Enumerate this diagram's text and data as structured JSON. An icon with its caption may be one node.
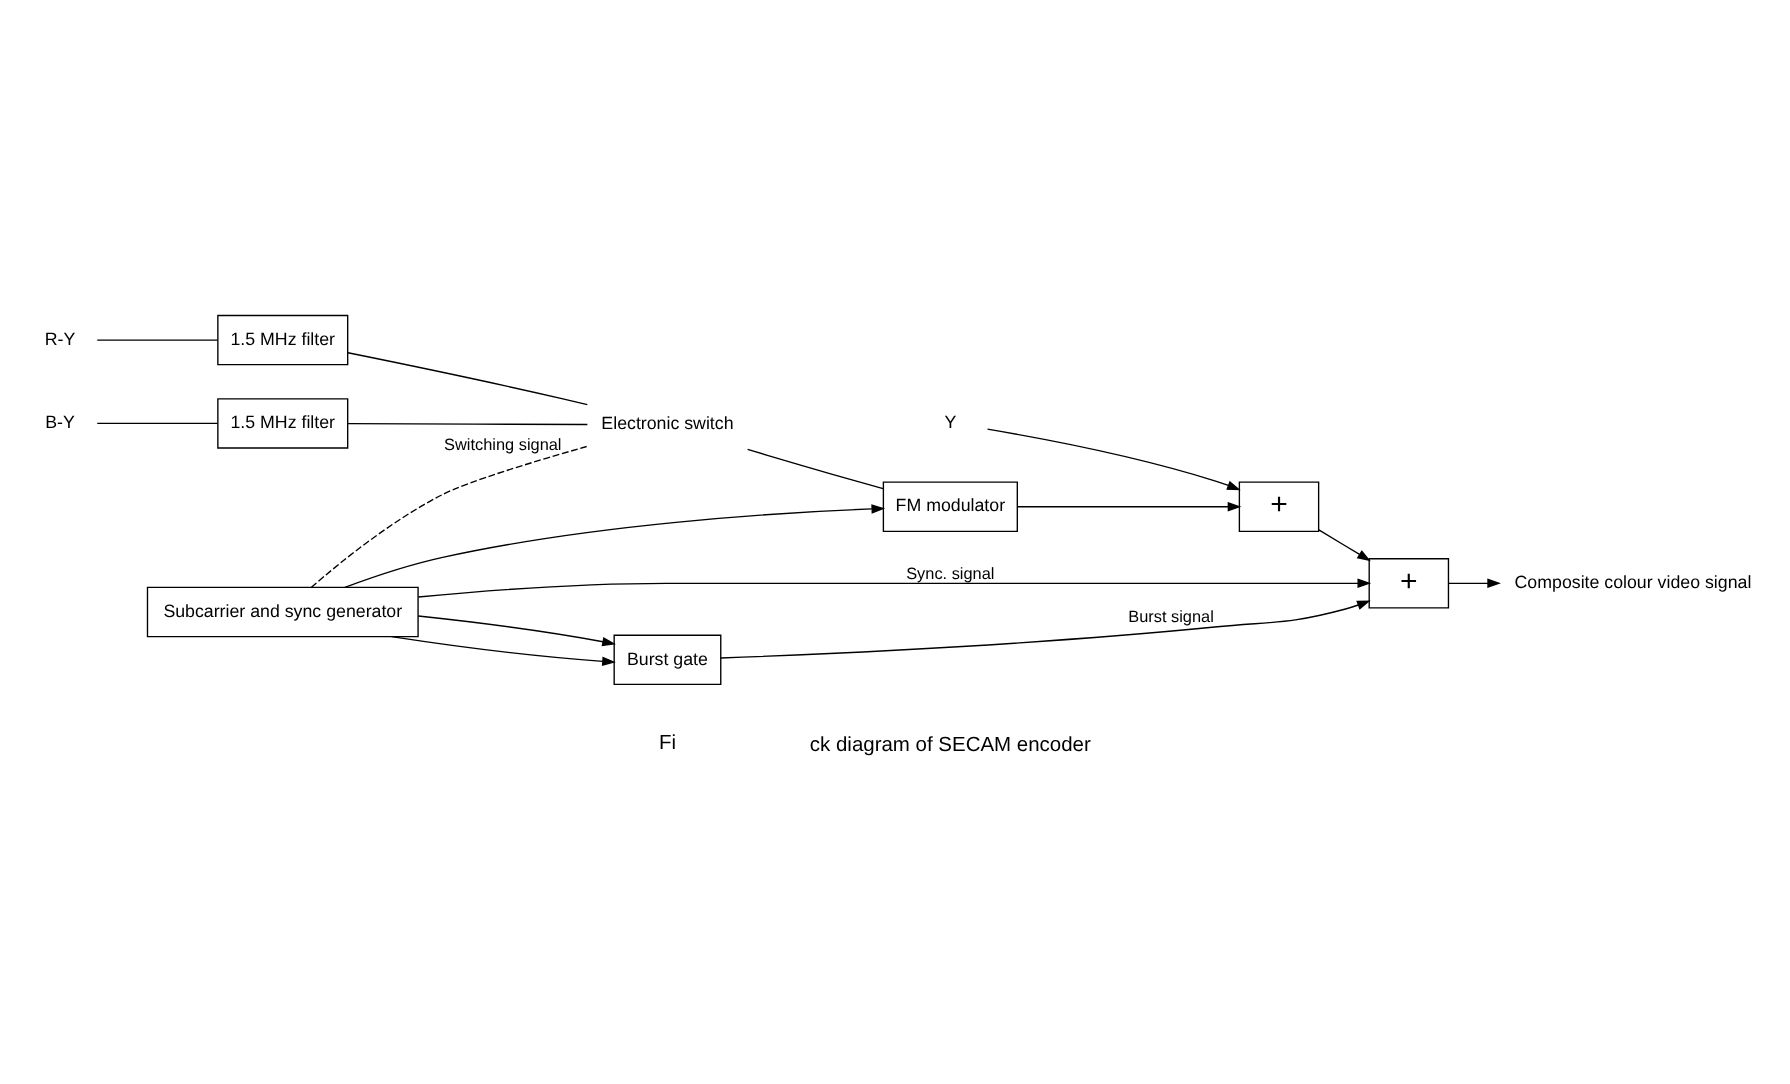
{
  "diagram": {
    "nodes": [
      {
        "text": [
          "Y"
        ]
      },
      {
        "text": [
          "R-Y"
        ]
      },
      {
        "text": [
          "B-Y"
        ]
      },
      {
        "text": [
          "1.5 MHz filter"
        ]
      },
      {
        "text": [
          "1.5 MHz filter"
        ]
      },
      {
        "text": [
          "Electronic switch"
        ]
      },
      {
        "text": [
          "FM modulator"
        ]
      },
      {
        "text": [
          "+"
        ]
      },
      {
        "text": [
          "+"
        ]
      },
      {
        "text": [
          "Composite colour video signal"
        ]
      },
      {
        "text": [
          "Subcarrier and sync generator"
        ]
      },
      {
        "text": [
          "Burst gate"
        ]
      }
    ],
    "edges": [
      {
        "from": 0,
        "to": 7,
        "arrow": "to"
      },
      {
        "from": 1,
        "to": 3,
        "arrow": "none"
      },
      {
        "from": 2,
        "to": 4,
        "arrow": "none"
      },
      {
        "from": 3,
        "to": 5,
        "arrow": "none"
      },
      {
        "from": 4,
        "to": 5,
        "arrow": "none"
      },
      {
        "from": 5,
        "to": 6,
        "arrow": "none"
      },
      {
        "from": 6,
        "to": 7,
        "arrow": "to"
      },
      {
        "from": 7,
        "to": 8,
        "arrow": "to"
      },
      {
        "from": 8,
        "to": 9,
        "arrow": "to"
      },
      {
        "from": 10,
        "to": 5,
        "arrow": "none",
        "style": "dashed",
        "label": "Switching signal"
      },
      {
        "from": 10,
        "to": 6,
        "arrow": "to"
      },
      {
        "from": 10,
        "to": 11,
        "arrow": "to"
      },
      {
        "from": 10,
        "to": 11,
        "arrow": "to"
      },
      {
        "from": 11,
        "to": 8,
        "arrow": "to",
        "label": "Burst signal"
      },
      {
        "from": 10,
        "to": 8,
        "arrow": "to",
        "label": "Sync. signal"
      }
    ],
    "labels": [
      "Fi",
      "ck diagram of SECAM encoder"
    ]
  }
}
